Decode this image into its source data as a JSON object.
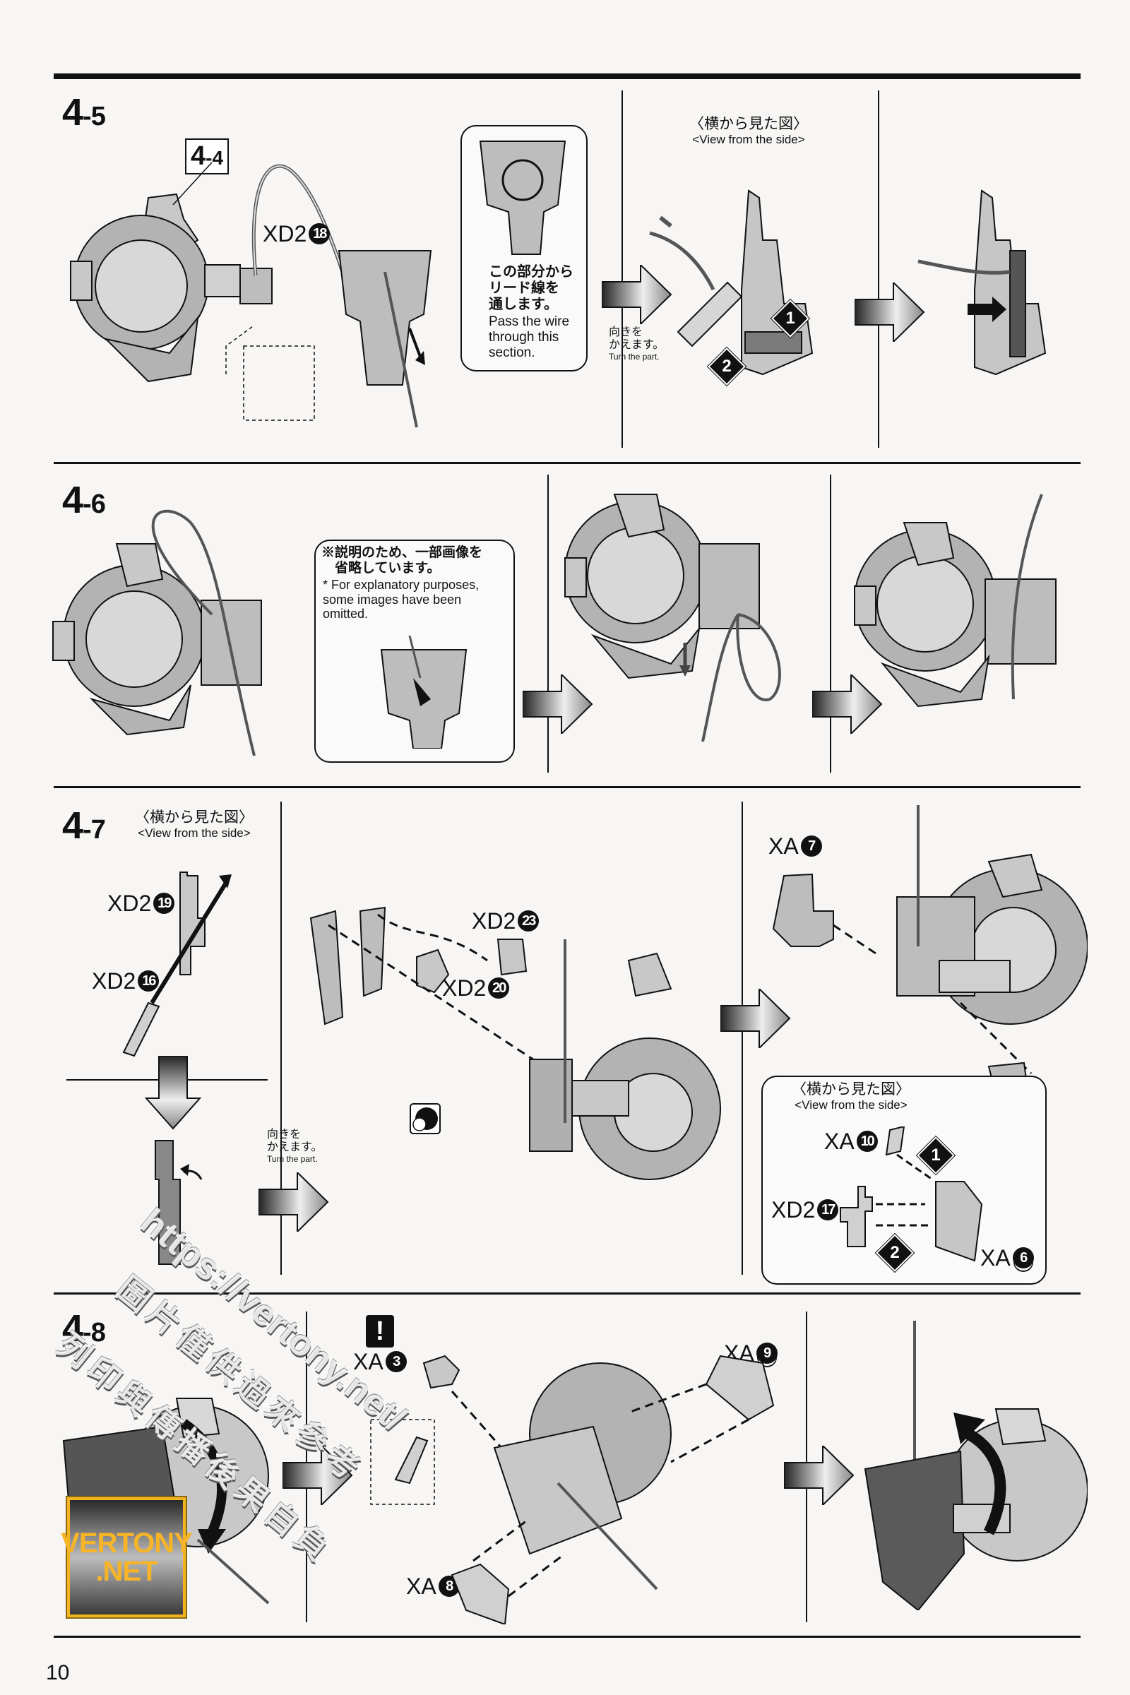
{
  "page": {
    "page_number": "10",
    "colors": {
      "ink": "#111111",
      "paper": "#f7f6f4",
      "part_gray": "#a9a9a9",
      "logo_gold": "#f6b429"
    }
  },
  "steps": [
    {
      "id": "4-5",
      "major": "4",
      "minor": "-5",
      "ref_step": {
        "major": "4",
        "minor": "-4"
      },
      "parts": [
        {
          "runner": "XD2",
          "number": "18"
        }
      ],
      "callout": {
        "jp": "この部分から\nリード線を\n通します。",
        "en": "Pass the wire\nthrough this\nsection."
      },
      "side_view": {
        "jp": "〈横から見た図〉",
        "en": "<View from the side>"
      },
      "turn_note": {
        "jp": "向きを\nかえます。",
        "en": "Turn the part."
      },
      "order_markers": [
        "1",
        "2"
      ]
    },
    {
      "id": "4-6",
      "major": "4",
      "minor": "-6",
      "callout": {
        "jp": "※説明のため、一部画像を\n　省略しています。",
        "en": "* For explanatory purposes,\n  some images have been\n  omitted."
      }
    },
    {
      "id": "4-7",
      "major": "4",
      "minor": "-7",
      "side_view": {
        "jp": "〈横から見た図〉",
        "en": "<View from the side>"
      },
      "parts_left": [
        {
          "runner": "XD2",
          "number": "19"
        },
        {
          "runner": "XD2",
          "number": "16"
        }
      ],
      "turn_note": {
        "jp": "向きを\nかえます。",
        "en": "Turn the part."
      },
      "parts_middle": [
        {
          "runner": "XD2",
          "number": "23"
        },
        {
          "runner": "XD2",
          "number": "20"
        }
      ],
      "marker_icon": "pin-hole-icon",
      "parts_right": [
        {
          "runner": "XA",
          "number": "7"
        }
      ],
      "inset": {
        "side_view": {
          "jp": "〈横から見た図〉",
          "en": "<View from the side>"
        },
        "parts": [
          {
            "runner": "XA",
            "number": "10"
          },
          {
            "runner": "XD2",
            "number": "17"
          },
          {
            "runner": "XA",
            "number": "6",
            "underlined": true
          }
        ],
        "order_markers": [
          "1",
          "2"
        ]
      }
    },
    {
      "id": "4-8",
      "major": "4",
      "minor": "-8",
      "warning_icon": "!",
      "parts": [
        {
          "runner": "XA",
          "number": "3"
        },
        {
          "runner": "XA",
          "number": "9",
          "underlined": true
        },
        {
          "runner": "XA",
          "number": "8"
        }
      ]
    }
  ],
  "watermark": {
    "url": "https://vertony.net/",
    "line1": "圖片僅供過來參考",
    "line2": "列印與傳播後果自負",
    "logo_line1": "VERTONY",
    "logo_line2": ".NET"
  }
}
